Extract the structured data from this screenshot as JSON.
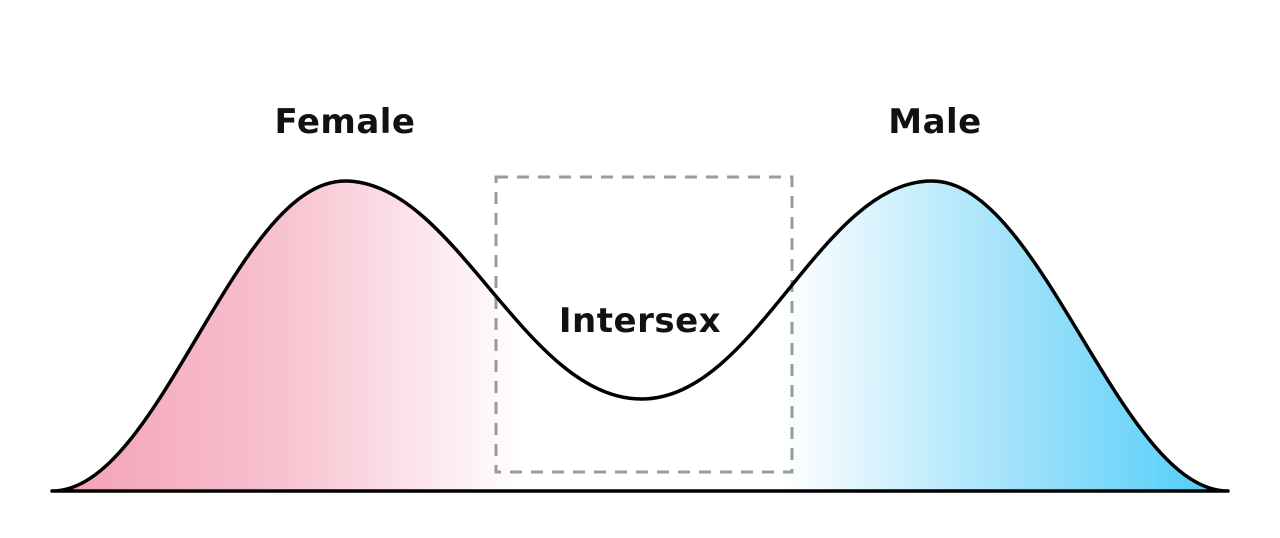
{
  "diagram": {
    "labels": {
      "female": "Female",
      "male": "Male",
      "intersex": "Intersex"
    },
    "colors": {
      "female_fill": "#F39FB5",
      "female_fade": "#F8C3D1",
      "male_fill": "#4DCCF8",
      "male_fade": "#A9E4FB",
      "white": "#FFFFFF",
      "curve_stroke": "#000000",
      "dashed_box": "#9A9A9A",
      "text": "#111111"
    }
  }
}
